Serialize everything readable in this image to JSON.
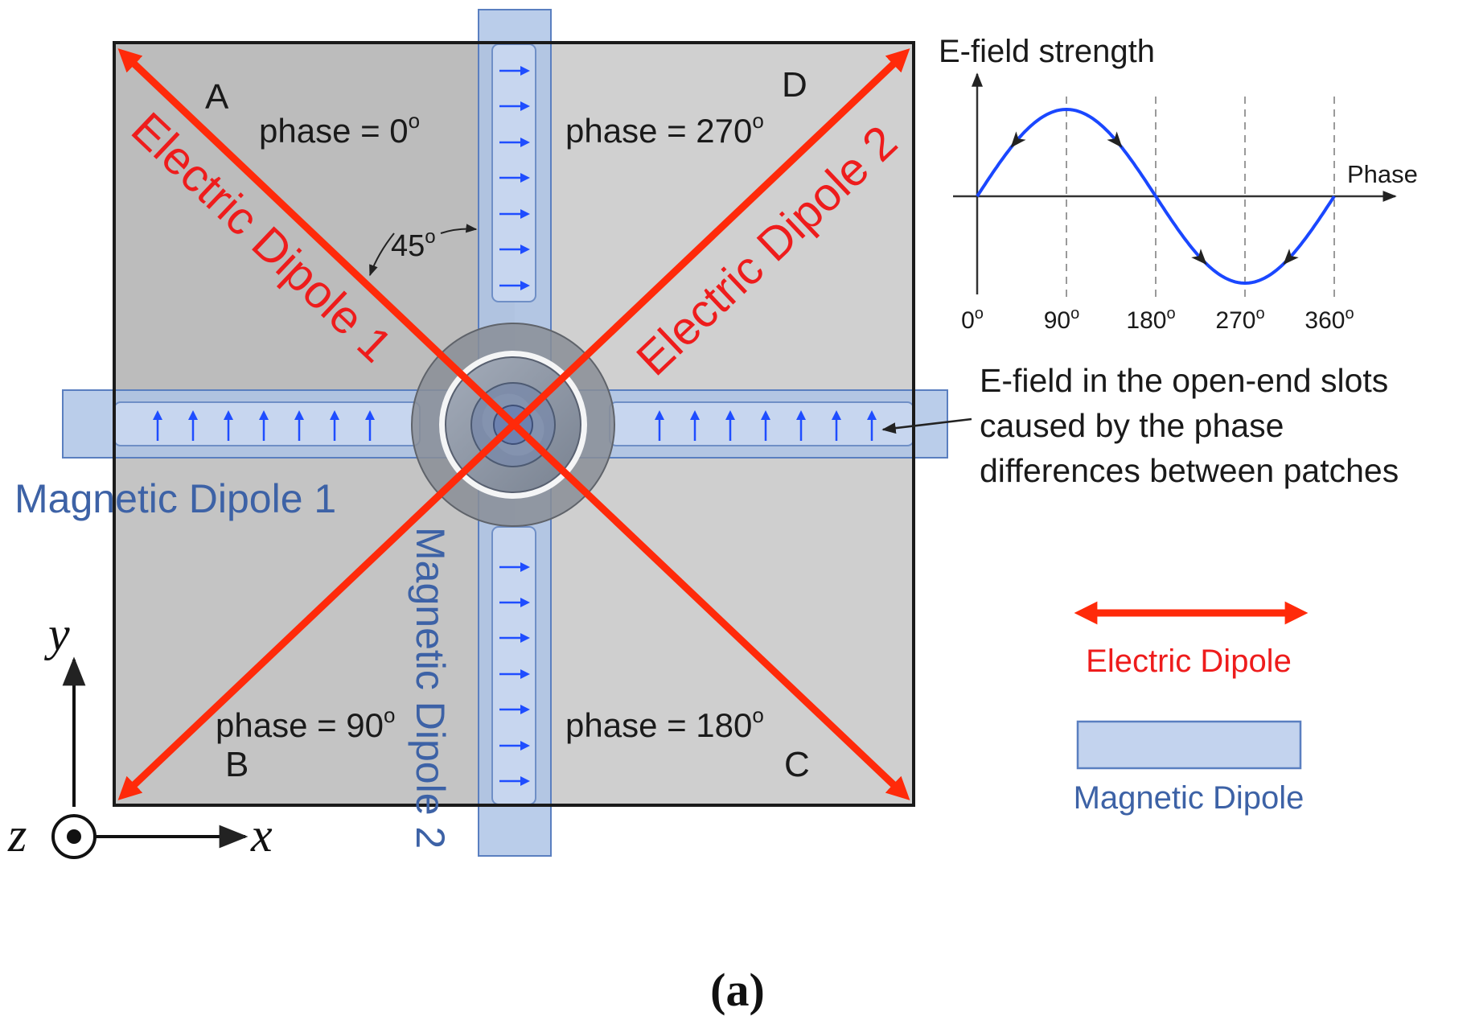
{
  "corners": {
    "a": "A",
    "b": "B",
    "c": "C",
    "d": "D"
  },
  "phases": {
    "a": "phase = 0",
    "b": "phase = 90",
    "c": "phase = 180",
    "d": "phase = 270",
    "degree_mark": "o"
  },
  "angle_label": "45",
  "dipoles": {
    "electric_1": "Electric Dipole 1",
    "electric_2": "Electric Dipole 2",
    "magnetic_1": "Magnetic Dipole 1",
    "magnetic_2": "Magnetic Dipole 2"
  },
  "graph": {
    "y_label": "E-field strength",
    "x_label": "Phase",
    "ticks": [
      "0",
      "90",
      "180",
      "270",
      "360"
    ],
    "degree_mark": "o"
  },
  "annotation": {
    "line1": "E-field in the open-end slots",
    "line2": "caused by the phase",
    "line3": "differences  between patches"
  },
  "legend": {
    "electric": "Electric Dipole",
    "magnetic": "Magnetic Dipole"
  },
  "axes": {
    "x": "x",
    "y": "y",
    "z": "z"
  },
  "caption": "(a)",
  "colors": {
    "electric_red": "#ff2a0a",
    "electric_text": "#ee1c1c",
    "magnetic_fill": "#aec4e6",
    "magnetic_text": "#3d62a6",
    "field_arrow_blue": "#1f4dff",
    "sine_blue": "#1a47ff"
  }
}
